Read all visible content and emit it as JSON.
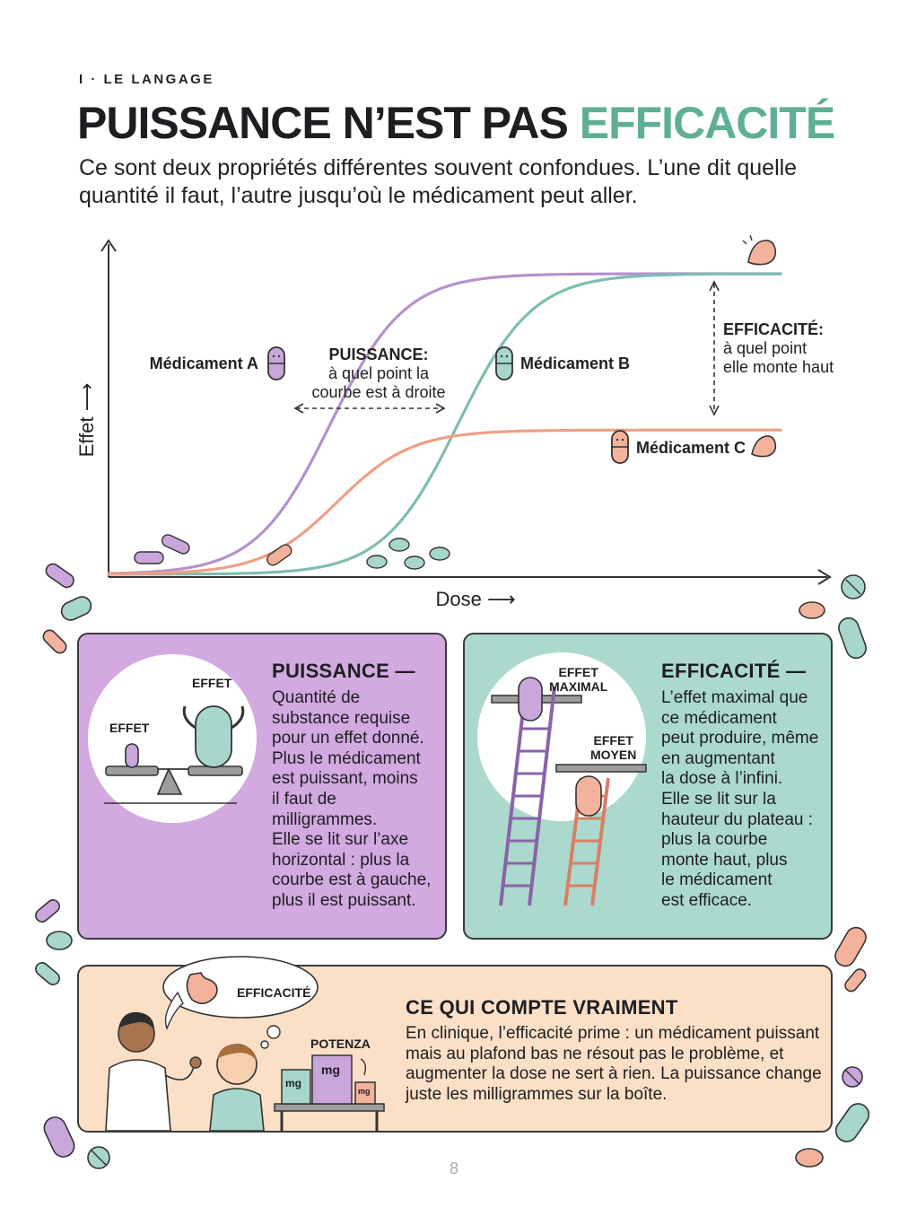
{
  "header": {
    "eyebrow": "I · LE LANGAGE",
    "title_main": "PUISSANCE N’EST PAS ",
    "title_accent": "EFFICACITÉ",
    "intro": "Ce sont deux propriétés différentes souvent confondues. L’une dit quelle quantité il faut, l’autre jusqu’où le médicament peut aller."
  },
  "chart_data": {
    "type": "line",
    "xlabel": "Dose ⟶",
    "ylabel": "Effet ⟶",
    "series": [
      {
        "name": "Médicament A",
        "color": "#b591cc",
        "midpoint": 0.33,
        "plateau": 1.0
      },
      {
        "name": "Médicament B",
        "color": "#7fbdb2",
        "midpoint": 0.52,
        "plateau": 1.0
      },
      {
        "name": "Médicament C",
        "color": "#ef9f86",
        "midpoint": 0.34,
        "plateau": 0.48
      }
    ],
    "annotations": {
      "puissance_title": "PUISSANCE:",
      "puissance_line1": "à quel point la",
      "puissance_line2": "courbe est à droite",
      "efficacite_title": "EFFICACITÉ:",
      "efficacite_line1": "à quel point",
      "efficacite_line2": "elle monte haut"
    }
  },
  "puissance_panel": {
    "heading": "PUISSANCE —",
    "body": [
      "Quantité de",
      "substance requise",
      "pour un effet donné.",
      "Plus le médicament",
      "est puissant, moins",
      "il faut de",
      "milligrammes.",
      "Elle se lit sur l’axe",
      "horizontal : plus la",
      "courbe est à gauche,",
      "plus il est puissant."
    ],
    "label_small": "EFFET",
    "label_big": "EFFET"
  },
  "efficacite_panel": {
    "heading": "EFFICACITÉ —",
    "body": [
      "L’effet maximal que",
      "ce médicament",
      "peut produire, même",
      "en augmentant",
      "la dose à l’infini.",
      "Elle se lit sur la",
      "hauteur du plateau :",
      "plus la courbe",
      "monte haut, plus",
      "le médicament",
      "est efficace."
    ],
    "label_max_1": "EFFET",
    "label_max_2": "MAXIMAL",
    "label_mid_1": "EFFET",
    "label_mid_2": "MOYEN"
  },
  "conclusion_panel": {
    "heading": "CE QUI COMPTE VRAIMENT",
    "body": [
      "En clinique, l’efficacité prime : un médicament puissant",
      "mais au plafond bas ne résout pas le problème, et",
      "augmenter la dose ne sert à rien. La puissance change",
      "juste les milligrammes sur la boîte."
    ],
    "bubble_label": "EFFICACITÉ",
    "potenza_label": "POTENZA",
    "box_unit": "mg"
  },
  "page_number": "8",
  "colors": {
    "purple": "#b591cc",
    "teal": "#7fbdb2",
    "salmon": "#ef9f86",
    "accent_green": "#5fae97"
  }
}
